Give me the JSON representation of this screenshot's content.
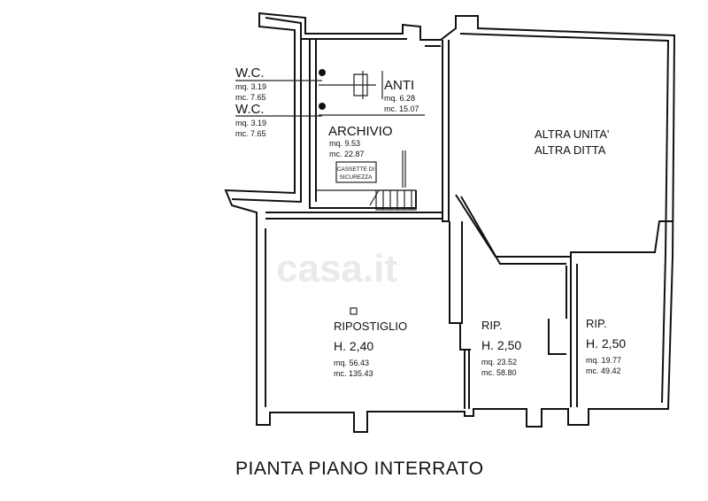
{
  "title": "PIANTA PIANO INTERRATO",
  "watermark": "casa.it",
  "rooms": {
    "wc1": {
      "name": "W.C.",
      "mq": "mq. 3.19",
      "mc": "mc. 7.65"
    },
    "wc2": {
      "name": "W.C.",
      "mq": "mq. 3.19",
      "mc": "mc. 7.65"
    },
    "anti": {
      "name": "ANTI",
      "mq": "mq. 6.28",
      "mc": "mc. 15.07"
    },
    "archivio": {
      "name": "ARCHIVIO",
      "mq": "mq. 9.53",
      "mc": "mc. 22.87"
    },
    "cassette": {
      "line1": "CASSETTE DI",
      "line2": "SICUREZZA"
    },
    "altra": {
      "line1": "ALTRA UNITA'",
      "line2": "ALTRA DITTA"
    },
    "ripostiglio": {
      "name": "RIPOSTIGLIO",
      "h": "H. 2,40",
      "mq": "mq. 56.43",
      "mc": "mc. 135.43"
    },
    "rip1": {
      "name": "RIP.",
      "h": "H. 2,50",
      "mq": "mq. 23.52",
      "mc": "mc. 58.80"
    },
    "rip2": {
      "name": "RIP.",
      "h": "H. 2,50",
      "mq": "mq. 19.77",
      "mc": "mc. 49.42"
    }
  }
}
